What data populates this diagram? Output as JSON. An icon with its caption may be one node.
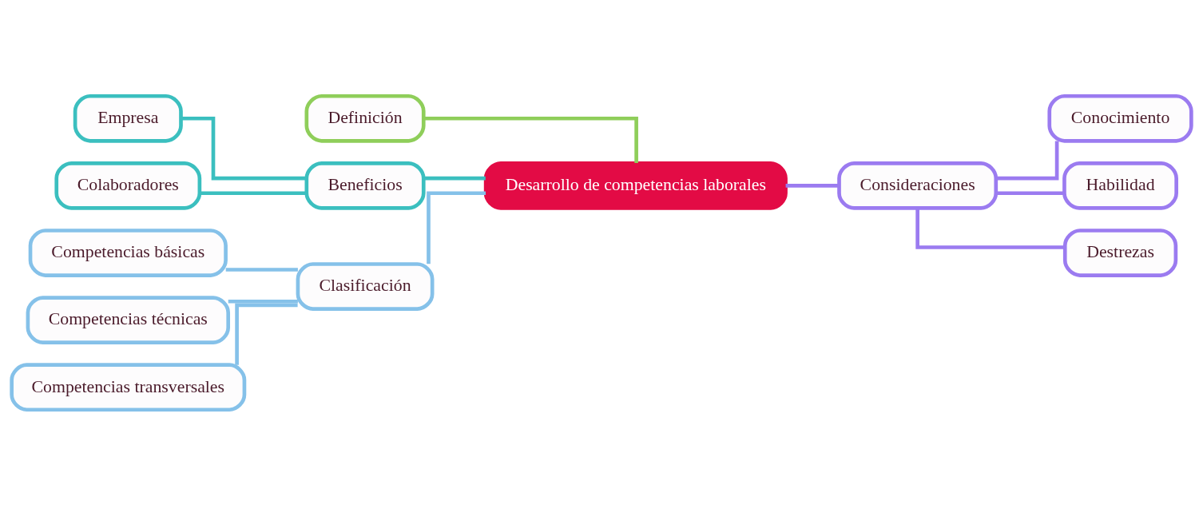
{
  "diagram": {
    "nodes": [
      {
        "text": [
          "Desarrollo de competencias laborales"
        ]
      },
      {
        "text": [
          "Definición"
        ]
      },
      {
        "text": [
          "Beneficios"
        ]
      },
      {
        "text": [
          "Empresa"
        ]
      },
      {
        "text": [
          "Colaboradores"
        ]
      },
      {
        "text": [
          "Clasificación"
        ]
      },
      {
        "text": [
          "Competencias básicas"
        ]
      },
      {
        "text": [
          "Competencias técnicas"
        ]
      },
      {
        "text": [
          "Competencias transversales"
        ]
      },
      {
        "text": [
          "Consideraciones"
        ]
      },
      {
        "text": [
          "Conocimiento"
        ]
      },
      {
        "text": [
          "Habilidad"
        ]
      },
      {
        "text": [
          "Destrezas"
        ]
      }
    ],
    "edges": [
      {
        "from": 1,
        "to": 0,
        "arrow": "none",
        "color": "#8fce5a"
      },
      {
        "from": 2,
        "to": 0,
        "arrow": "none",
        "color": "#3bbfbf"
      },
      {
        "from": 3,
        "to": 2,
        "arrow": "none",
        "color": "#3bbfbf"
      },
      {
        "from": 4,
        "to": 2,
        "arrow": "none",
        "color": "#3bbfbf"
      },
      {
        "from": 5,
        "to": 0,
        "arrow": "none",
        "color": "#85c1e9"
      },
      {
        "from": 6,
        "to": 5,
        "arrow": "none",
        "color": "#85c1e9"
      },
      {
        "from": 7,
        "to": 5,
        "arrow": "none",
        "color": "#85c1e9"
      },
      {
        "from": 8,
        "to": 5,
        "arrow": "none",
        "color": "#85c1e9"
      },
      {
        "from": 0,
        "to": 9,
        "arrow": "none",
        "color": "#9b7bf0"
      },
      {
        "from": 9,
        "to": 10,
        "arrow": "none",
        "color": "#9b7bf0"
      },
      {
        "from": 9,
        "to": 11,
        "arrow": "none",
        "color": "#9b7bf0"
      },
      {
        "from": 9,
        "to": 12,
        "arrow": "none",
        "color": "#9b7bf0"
      }
    ]
  }
}
